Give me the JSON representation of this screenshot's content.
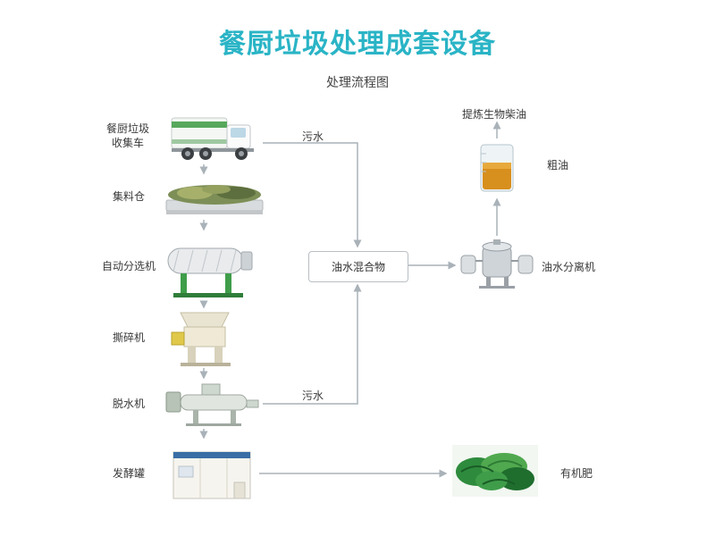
{
  "page": {
    "title": "餐厨垃圾处理成套设备",
    "subtitle": "处理流程图"
  },
  "colors": {
    "accent": "#2ab4c6",
    "line": "#a9b2b8",
    "text": "#3a3a3a"
  },
  "flow": {
    "left_steps": [
      {
        "label": "餐厨垃圾收集车",
        "image": "collection-truck"
      },
      {
        "label": "集料仓",
        "image": "collection-bin-conveyor"
      },
      {
        "label": "自动分选机",
        "image": "auto-sorting-machine"
      },
      {
        "label": "撕碎机",
        "image": "shredder-machine"
      },
      {
        "label": "脱水机",
        "image": "dewatering-machine"
      },
      {
        "label": "发酵罐",
        "image": "fermentation-tank"
      }
    ],
    "labels": {
      "sewage_top": "污水",
      "sewage_bottom": "污水",
      "mixture_box": "油水混合物",
      "separator": "油水分离机",
      "crude_oil": "粗油",
      "biodiesel": "提炼生物柴油",
      "organic_fertilizer": "有机肥"
    }
  }
}
